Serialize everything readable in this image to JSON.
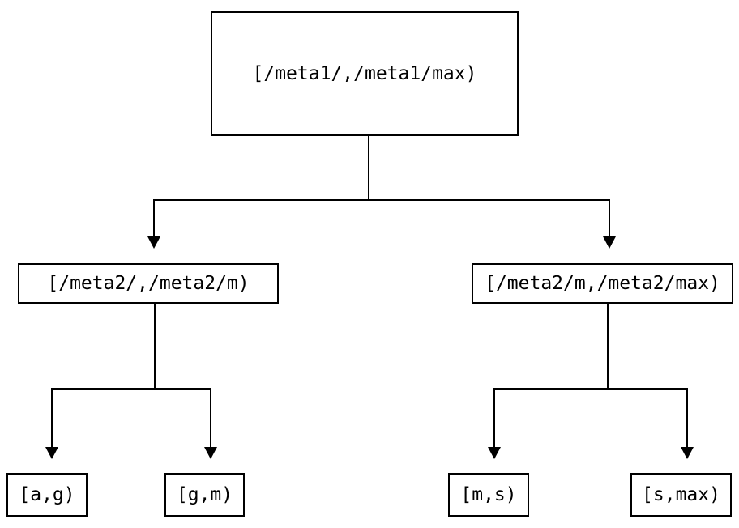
{
  "diagram": {
    "type": "tree",
    "nodes": {
      "root": "[/meta1/,/meta1/max)",
      "left": "[/meta2/,/meta2/m)",
      "right": "[/meta2/m,/meta2/max)",
      "leaf_ag": "[a,g)",
      "leaf_gm": "[g,m)",
      "leaf_ms": "[m,s)",
      "leaf_smax": "[s,max)"
    },
    "edges": [
      {
        "from": "root",
        "to": "left"
      },
      {
        "from": "root",
        "to": "right"
      },
      {
        "from": "left",
        "to": "leaf_ag"
      },
      {
        "from": "left",
        "to": "leaf_gm"
      },
      {
        "from": "right",
        "to": "leaf_ms"
      },
      {
        "from": "right",
        "to": "leaf_smax"
      }
    ],
    "colors": {
      "line": "#000000",
      "text": "#000000",
      "background": "#ffffff"
    }
  }
}
